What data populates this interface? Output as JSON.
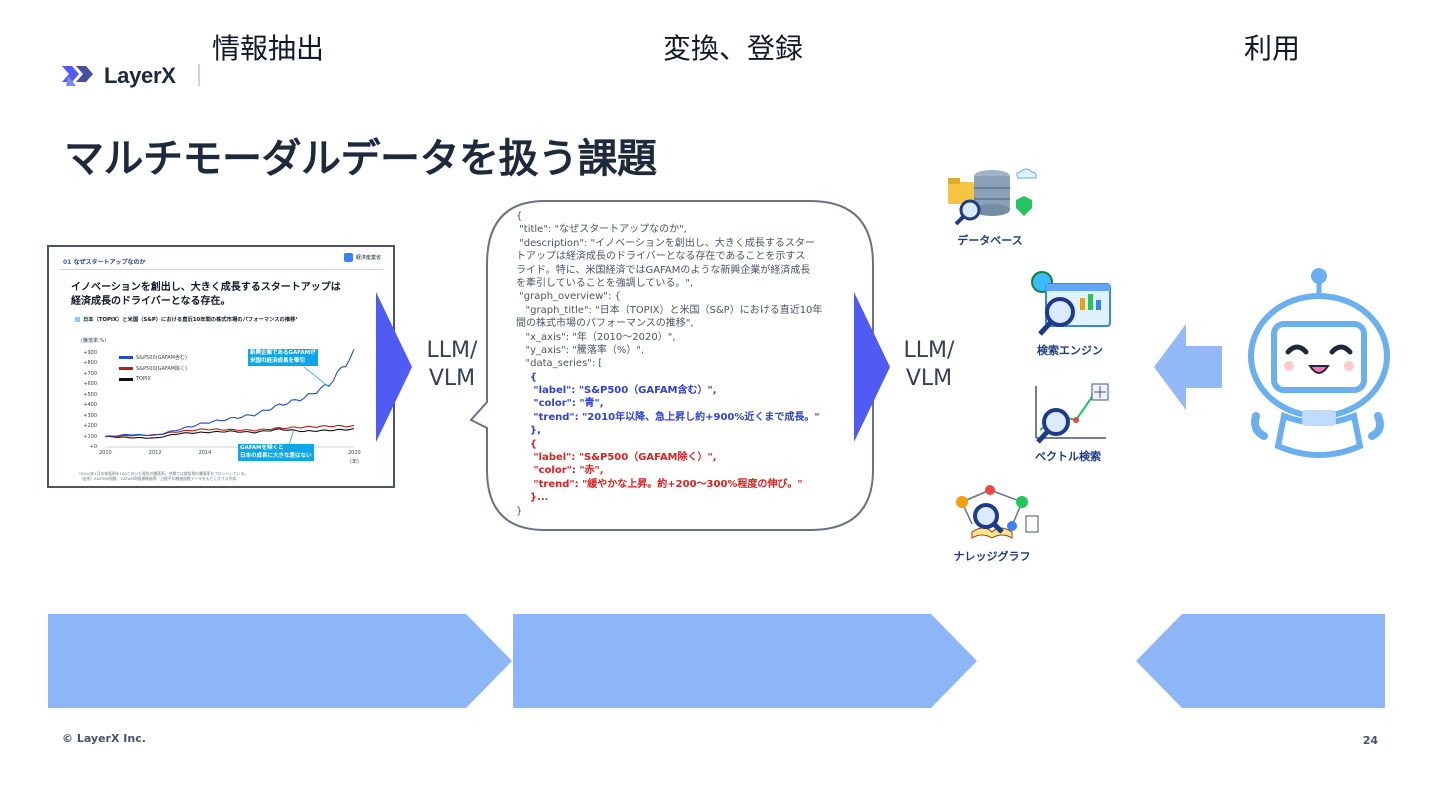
{
  "brand": {
    "name": "LayerX"
  },
  "title": "マルチモーダルデータを扱う課題",
  "thumbnail": {
    "section_num": "01",
    "section_title": "なぜスタートアップなのか",
    "logo_text": "経済産業省",
    "headline_line1": "イノベーションを創出し、大きく成長するスタートアップは",
    "headline_line2": "経済成長のドライバーとなる存在。",
    "chart_title": "日本（TOPIX）と米国（S&P）における直近10年間の株式市場のパフォーマンスの推移¹",
    "ylabel": "(騰落率,%)",
    "yticks": [
      "+900",
      "+800",
      "+700",
      "+600",
      "+500",
      "+400",
      "+300",
      "+200",
      "+100",
      "+0"
    ],
    "xticks": [
      "2010",
      "2012",
      "2014",
      "2020"
    ],
    "xunit": "(年)",
    "legend": [
      "S&P500(GAFAM含む)",
      "S&P500(GAFAM除く)",
      "TOPIX"
    ],
    "callout_top_line1": "新興企業であるGAFAMが",
    "callout_top_line2": "米国の経済成長を牽引",
    "callout_bottom_line1": "GAFAMを除くと",
    "callout_bottom_line2": "日本の成長に大きな差はない",
    "note_line1": "*2010年1月の各銘柄を100とおいた場合の騰落率。中期では前銘柄の騰落率をプロットしている。",
    "note_line2": "（出所）S&P500指数、GAFAM四指標株価等、日経平均株価指数データをもとにオフス作成"
  },
  "chart_data": {
    "type": "line",
    "x": [
      2010,
      2011,
      2012,
      2013,
      2014,
      2015,
      2016,
      2017,
      2018,
      2019,
      2020
    ],
    "series": [
      {
        "name": "S&P500(GAFAM含む)",
        "color": "#1d4ed8",
        "values": [
          100,
          120,
          110,
          170,
          230,
          270,
          310,
          400,
          470,
          600,
          900
        ]
      },
      {
        "name": "S&P500(GAFAM除く)",
        "color": "#b91c1c",
        "values": [
          100,
          110,
          115,
          150,
          170,
          165,
          160,
          180,
          190,
          200,
          200
        ]
      },
      {
        "name": "TOPIX",
        "color": "#111111",
        "values": [
          100,
          90,
          85,
          130,
          140,
          150,
          140,
          170,
          150,
          160,
          170
        ]
      }
    ],
    "ylim": [
      0,
      900
    ]
  },
  "llm_label_1": {
    "line1": "LLM/",
    "line2": "VLM"
  },
  "llm_label_2": {
    "line1": "LLM/",
    "line2": "VLM"
  },
  "json_lines": [
    {
      "text": "{",
      "style": "plain"
    },
    {
      "text": " \"title\": \"なぜスタートアップなのか\",",
      "style": "plain"
    },
    {
      "text": " \"description\": \"イノベーションを創出し、大きく成長するスター",
      "style": "plain"
    },
    {
      "text": "トアップは経済成長のドライバーとなる存在であることを示すス",
      "style": "plain"
    },
    {
      "text": "ライド。特に、米国経済ではGAFAMのような新興企業が経済成長",
      "style": "plain"
    },
    {
      "text": "を牽引していることを強調している。\",",
      "style": "plain"
    },
    {
      "text": " \"graph_overview\": {",
      "style": "plain"
    },
    {
      "text": "   \"graph_title\": \"日本（TOPIX）と米国（S&P）における直近10年",
      "style": "plain"
    },
    {
      "text": "間の株式市場のパフォーマンスの推移\",",
      "style": "plain"
    },
    {
      "text": "   \"x_axis\": \"年（2010〜2020）\",",
      "style": "plain"
    },
    {
      "text": "   \"y_axis\": \"騰落率（%）\",",
      "style": "plain"
    },
    {
      "text": "   \"data_series\": [",
      "style": "plain"
    },
    {
      "text": "    {",
      "style": "blue"
    },
    {
      "text": "     \"label\": \"S&P500（GAFAM含む）\",",
      "style": "blue"
    },
    {
      "text": "     \"color\": \"青\",",
      "style": "blue"
    },
    {
      "text": "     \"trend\": \"2010年以降、急上昇し約+900%近くまで成長。\"",
      "style": "blue"
    },
    {
      "text": "    },",
      "style": "blue"
    },
    {
      "text": "    {",
      "style": "red"
    },
    {
      "text": "     \"label\": \"S&P500（GAFAM除く）\",",
      "style": "red"
    },
    {
      "text": "     \"color\": \"赤\",",
      "style": "red"
    },
    {
      "text": "     \"trend\": \"緩やかな上昇。約+200〜300%程度の伸び。\"",
      "style": "red"
    },
    {
      "text": "    }...",
      "style": "red"
    },
    {
      "text": "}",
      "style": "plain"
    }
  ],
  "icons": {
    "database": "データベース",
    "search_engine": "検索エンジン",
    "vector_search": "ベクトル検索",
    "knowledge_graph": "ナレッジグラフ"
  },
  "bottom": {
    "step1": "情報抽出",
    "step2": "変換、登録",
    "step3": "利用"
  },
  "footer": {
    "copyright": "© LayerX Inc.",
    "page": "24"
  },
  "colors": {
    "accent_blue": "#4f5bf3",
    "band_blue": "#8cb6f5",
    "arrow_light": "#93b9f8",
    "robot_blue": "#6ab0f0"
  }
}
